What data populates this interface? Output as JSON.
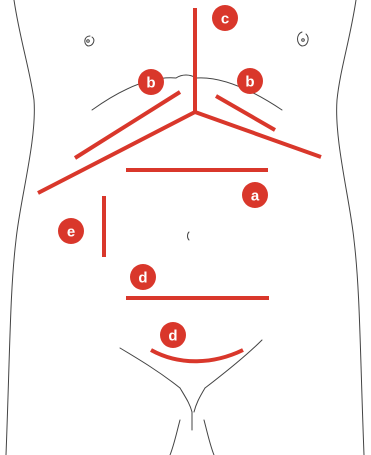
{
  "colors": {
    "incision": "#d9372b",
    "badge_fill": "#d9372b",
    "badge_text": "#ffffff",
    "outline": "#444444",
    "background": "#ffffff"
  },
  "labels": {
    "a": "a",
    "b_left": "b",
    "b_right": "b",
    "c": "c",
    "d_lower": "d",
    "d_pfannenstiel": "d",
    "e": "e"
  }
}
